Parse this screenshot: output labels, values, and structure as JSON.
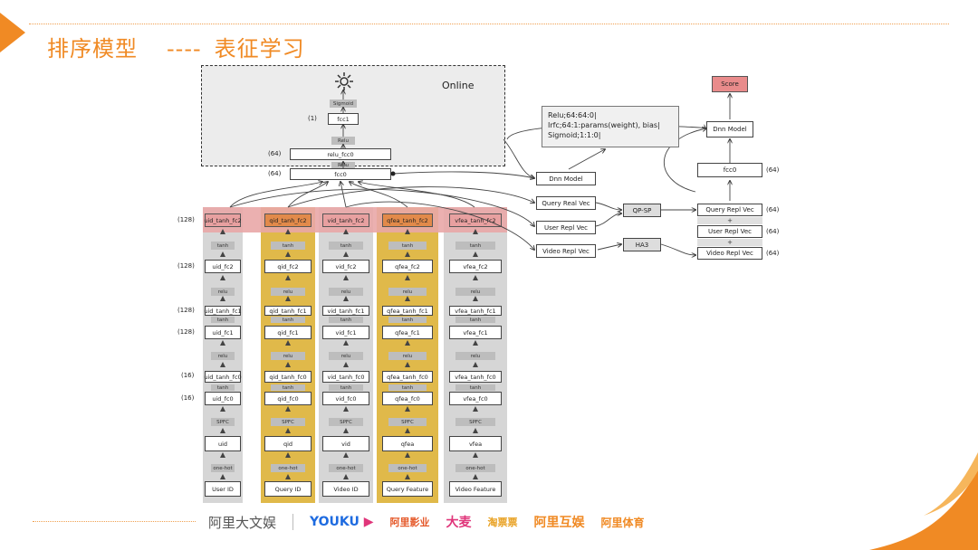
{
  "title": {
    "main": "排序模型",
    "dash": "----",
    "sub": "表征学习"
  },
  "online": {
    "label": "Online",
    "sigmoid": "Sigmoid",
    "fcc1": "fcc1",
    "fcc1_dim": "(1)",
    "relu1": "Relu",
    "relu_fcc0": "relu_fcc0",
    "relu_fcc0_dim": "(64)",
    "relu2": "Relu",
    "fcc0": "fcc0",
    "fcc0_dim": "(64)"
  },
  "dims": {
    "d128a": "(128)",
    "d128b": "(128)",
    "d128c": "(128)",
    "d128d": "(128)",
    "d16a": "(16)",
    "d16b": "(16)"
  },
  "columns": [
    {
      "top": "uid_tanh_fc2",
      "tanh": "tanh",
      "fc2": "uid_fc2",
      "relu2": "relu",
      "tanh_fc1": "uid_tanh_fc1",
      "tanh1": "tanh",
      "fc1": "uid_fc1",
      "relu1": "relu",
      "tanh_fc0": "uid_tanh_fc0",
      "tanh0": "tanh",
      "fc0": "uid_fc0",
      "sparse": "SPFC",
      "emb": "uid",
      "onehot": "one-hot",
      "input": "User ID"
    },
    {
      "top": "qid_tanh_fc2",
      "tanh": "tanh",
      "fc2": "qid_fc2",
      "relu2": "relu",
      "tanh_fc1": "qid_tanh_fc1",
      "tanh1": "tanh",
      "fc1": "qid_fc1",
      "relu1": "relu",
      "tanh_fc0": "qid_tanh_fc0",
      "tanh0": "tanh",
      "fc0": "qid_fc0",
      "sparse": "SPFC",
      "emb": "qid",
      "onehot": "one-hot",
      "input": "Query ID"
    },
    {
      "top": "vid_tanh_fc2",
      "tanh": "tanh",
      "fc2": "vid_fc2",
      "relu2": "relu",
      "tanh_fc1": "vid_tanh_fc1",
      "tanh1": "tanh",
      "fc1": "vid_fc1",
      "relu1": "relu",
      "tanh_fc0": "vid_tanh_fc0",
      "tanh0": "tanh",
      "fc0": "vid_fc0",
      "sparse": "SPFC",
      "emb": "vid",
      "onehot": "one-hot",
      "input": "Video ID"
    },
    {
      "top": "qfea_tanh_fc2",
      "tanh": "tanh",
      "fc2": "qfea_fc2",
      "relu2": "relu",
      "tanh_fc1": "qfea_tanh_fc1",
      "tanh1": "tanh",
      "fc1": "qfea_fc1",
      "relu1": "relu",
      "tanh_fc0": "qfea_tanh_fc0",
      "tanh0": "tanh",
      "fc0": "qfea_fc0",
      "sparse": "SPFC",
      "emb": "qfea",
      "onehot": "one-hot",
      "input": "Query Feature"
    },
    {
      "top": "vfea_tanh_fc2",
      "tanh": "tanh",
      "fc2": "vfea_fc2",
      "relu2": "relu",
      "tanh_fc1": "vfea_tanh_fc1",
      "tanh1": "tanh",
      "fc1": "vfea_fc1",
      "relu1": "relu",
      "tanh_fc0": "vfea_tanh_fc0",
      "tanh0": "tanh",
      "fc0": "vfea_fc0",
      "sparse": "SPFC",
      "emb": "vfea",
      "onehot": "one-hot",
      "input": "Video Feature"
    }
  ],
  "mid": {
    "note_line1": "Relu;64:64:0|",
    "note_line2": "Irfc;64:1:params(weight), bias|",
    "note_line3": "Sigmoid;1:1:0|",
    "dnn_model": "Dnn Model",
    "query_real_vec": "Query Real Vec",
    "user_repl_vec": "User Repl Vec",
    "video_repl_vec": "Video Repl Vec",
    "qp_sp": "QP-SP",
    "ha3": "HA3"
  },
  "right": {
    "score": "Score",
    "dnn_model": "Dnn Model",
    "fcc0": "fcc0",
    "fcc0_dim": "(64)",
    "query_repl_vec": "Query Repl Vec",
    "query_dim": "(64)",
    "plus1": "+",
    "user_repl_vec": "User Repl Vec",
    "user_dim": "(64)",
    "plus2": "+",
    "video_repl_vec": "Video Repl Vec",
    "video_dim": "(64)"
  },
  "footer": {
    "logo1": "阿里大文娱",
    "logo2": "YOUKU",
    "logo3": "阿里影业",
    "logo4": "大麦",
    "logo5": "淘票票",
    "logo6": "阿里互娱",
    "logo7": "阿里体育"
  },
  "colors": {
    "accent": "#f08a24",
    "highlight_col": "#e0b94a",
    "gray_col": "#d6d6d6",
    "top_layer": "#e9a7a7",
    "score": "#e98b8b"
  }
}
